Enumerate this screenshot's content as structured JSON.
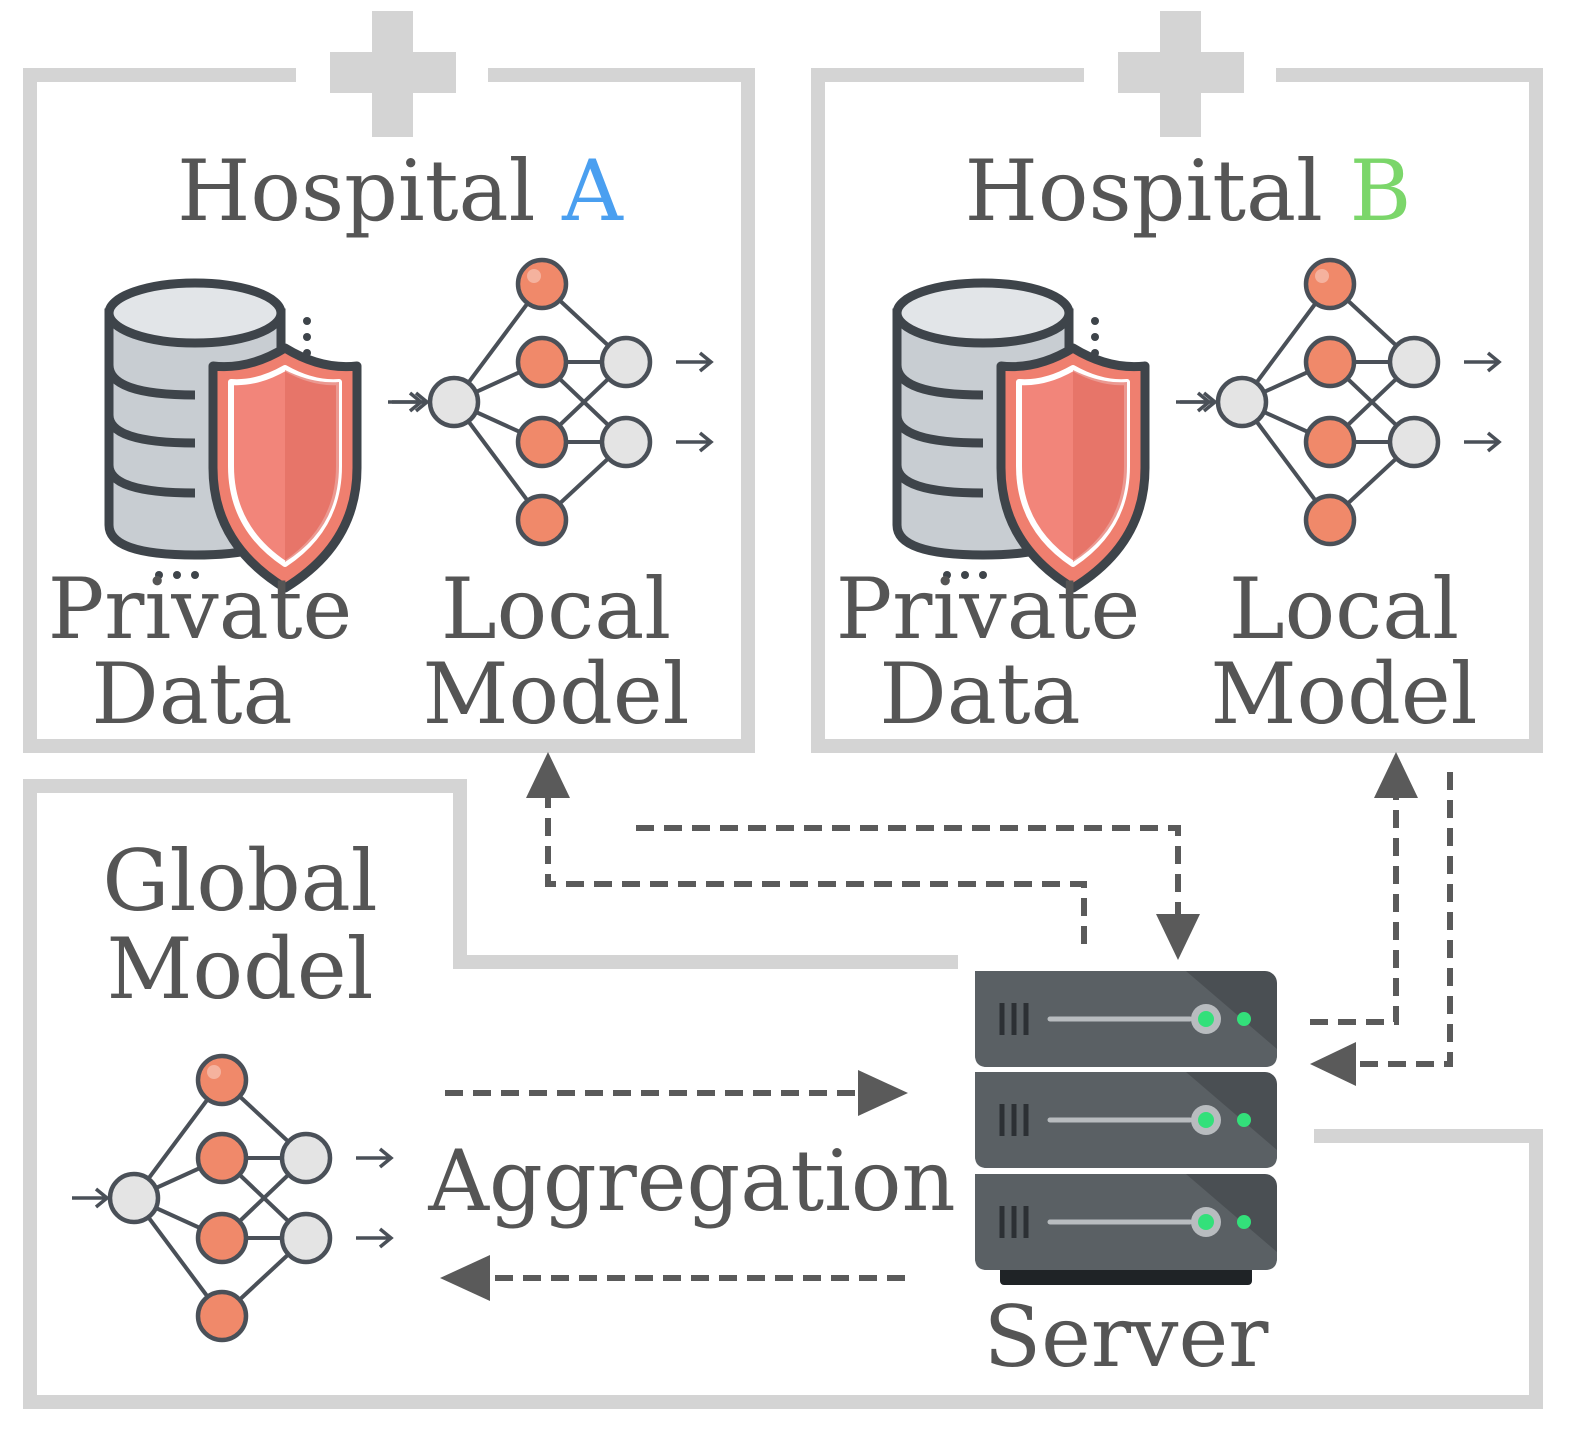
{
  "hospital_a": {
    "title_word": "Hospital",
    "title_letter": "A",
    "letter_color": "#4a9ff0",
    "data_label_line1": "Private",
    "data_label_line2": "Data",
    "model_label_line1": "Local",
    "model_label_line2": "Model"
  },
  "hospital_b": {
    "title_word": "Hospital",
    "title_letter": "B",
    "letter_color": "#7bd66a",
    "data_label_line1": "Private",
    "data_label_line2": "Data",
    "model_label_line1": "Local",
    "model_label_line2": "Model"
  },
  "global": {
    "label_line1": "Global",
    "label_line2": "Model"
  },
  "aggregation_label": "Aggregation",
  "server_label": "Server",
  "icons": {
    "database": "database-icon",
    "shield": "shield-icon",
    "network": "neural-network-icon",
    "server": "server-rack-icon",
    "cross": "medical-cross-icon"
  },
  "colors": {
    "frame": "#d4d4d4",
    "text": "#555555",
    "node_active": "#f0896a",
    "node_idle": "#e4e4e4",
    "shield": "#ef7f6f",
    "server_body": "#4a4f53",
    "server_led": "#33e07a"
  }
}
